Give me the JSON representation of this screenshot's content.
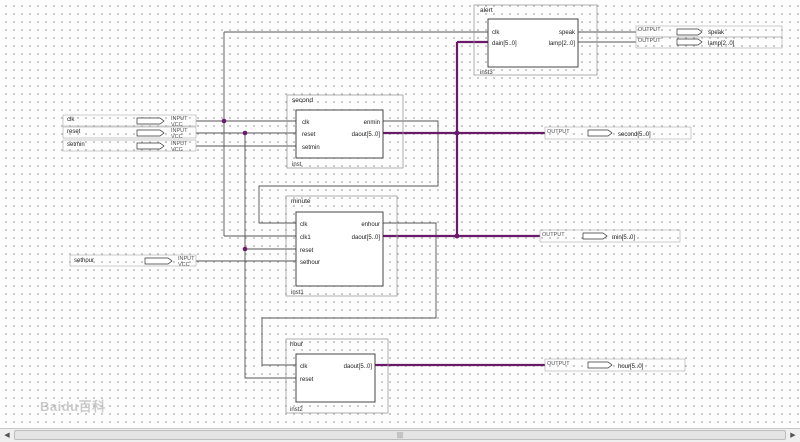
{
  "blocks": {
    "alert": {
      "title": "alert",
      "inst": "inst3",
      "in_ports": [
        "clk",
        "dain[5..0]"
      ],
      "out_ports": [
        "speak",
        "lamp[2..0]"
      ]
    },
    "second": {
      "title": "second",
      "inst": "inst",
      "in_ports": [
        "clk",
        "reset",
        "setmin"
      ],
      "out_ports": [
        "enmin",
        "daout[5..0]"
      ]
    },
    "minute": {
      "title": "minute",
      "inst": "inst1",
      "in_ports": [
        "clk",
        "clk1",
        "reset",
        "sethour"
      ],
      "out_ports": [
        "enhour",
        "daout[5..0]"
      ]
    },
    "hour": {
      "title": "hour",
      "inst": "inst2",
      "in_ports": [
        "clk",
        "reset"
      ],
      "out_ports": [
        "daout[5..0]"
      ]
    }
  },
  "input_pins": [
    {
      "name": "clk",
      "type": "INPUT",
      "sub": "VCC"
    },
    {
      "name": "reset",
      "type": "INPUT",
      "sub": "VCC"
    },
    {
      "name": "setmin",
      "type": "INPUT",
      "sub": "VCC"
    },
    {
      "name": "sethour",
      "type": "INPUT",
      "sub": "VCC"
    }
  ],
  "output_pins": [
    {
      "name": "speak",
      "type": "OUTPUT"
    },
    {
      "name": "lamp[2..0]",
      "type": "OUTPUT"
    },
    {
      "name": "second[5..0]",
      "type": "OUTPUT"
    },
    {
      "name": "min[5..0]",
      "type": "OUTPUT"
    },
    {
      "name": "hour[5..0]",
      "type": "OUTPUT"
    }
  ],
  "watermark": "Baidu百科",
  "scrollbar": {
    "left_arrow": "◀",
    "right_arrow": "▶",
    "grip": "|||"
  },
  "colors": {
    "wire": "#555555",
    "bus": "#6a1a6a",
    "block_border": "#333333",
    "block_fill": "#ffffff",
    "frame": "#9a9a9a"
  }
}
